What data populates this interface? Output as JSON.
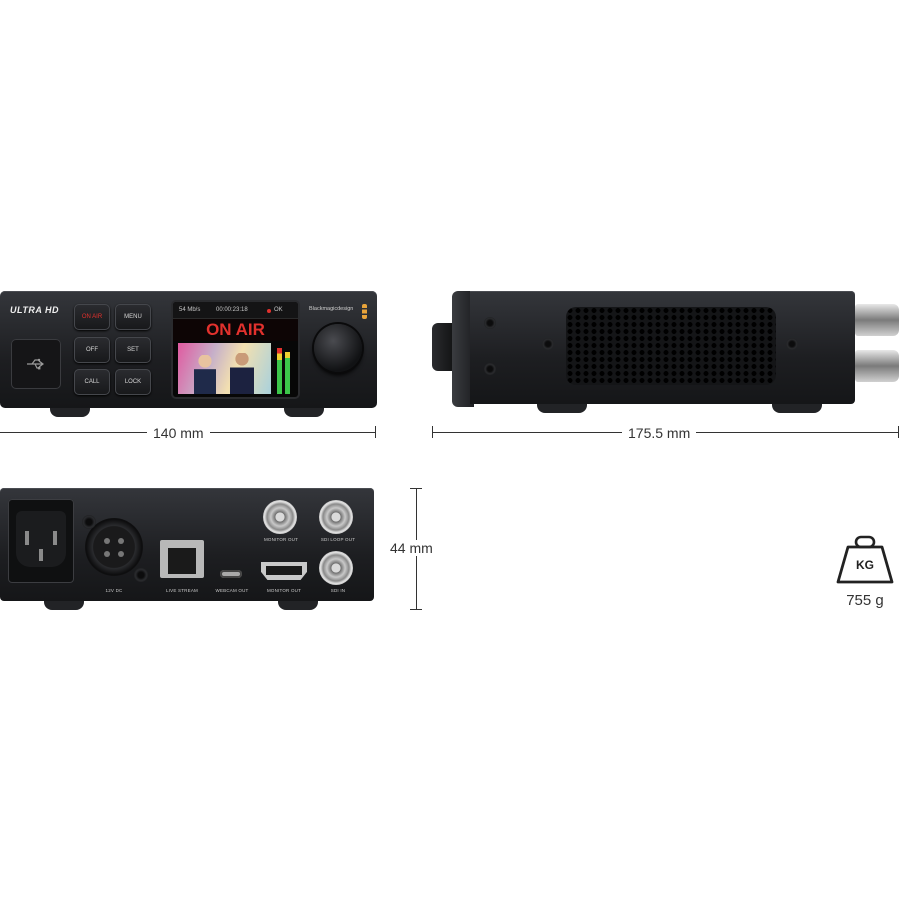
{
  "front": {
    "logo": "ULTRA HD",
    "buttons": [
      "ON AIR",
      "MENU",
      "OFF",
      "SET",
      "CALL",
      "LOCK"
    ],
    "screen": {
      "bitrate": "54 Mb/s",
      "timecode": "00:00:23:18",
      "status": "OK",
      "banner": "ON AIR"
    },
    "brand": "Blackmagicdesign"
  },
  "rear": {
    "port_labels": [
      "12V DC",
      "LIVE STREAM",
      "WEBCAM OUT",
      "MONITOR OUT",
      "MONITOR OUT",
      "SDI LOOP OUT",
      "SDI IN"
    ]
  },
  "dimensions": {
    "width": "140 mm",
    "depth": "175.5 mm",
    "height": "44 mm"
  },
  "weight": {
    "unit_label": "KG",
    "value": "755 g"
  },
  "colors": {
    "accent_red": "#e2312d",
    "logo_orange": "#e8a33a",
    "chassis": "#1d1e21"
  },
  "icons": [
    "usb-icon",
    "weight-icon",
    "knob-icon"
  ]
}
